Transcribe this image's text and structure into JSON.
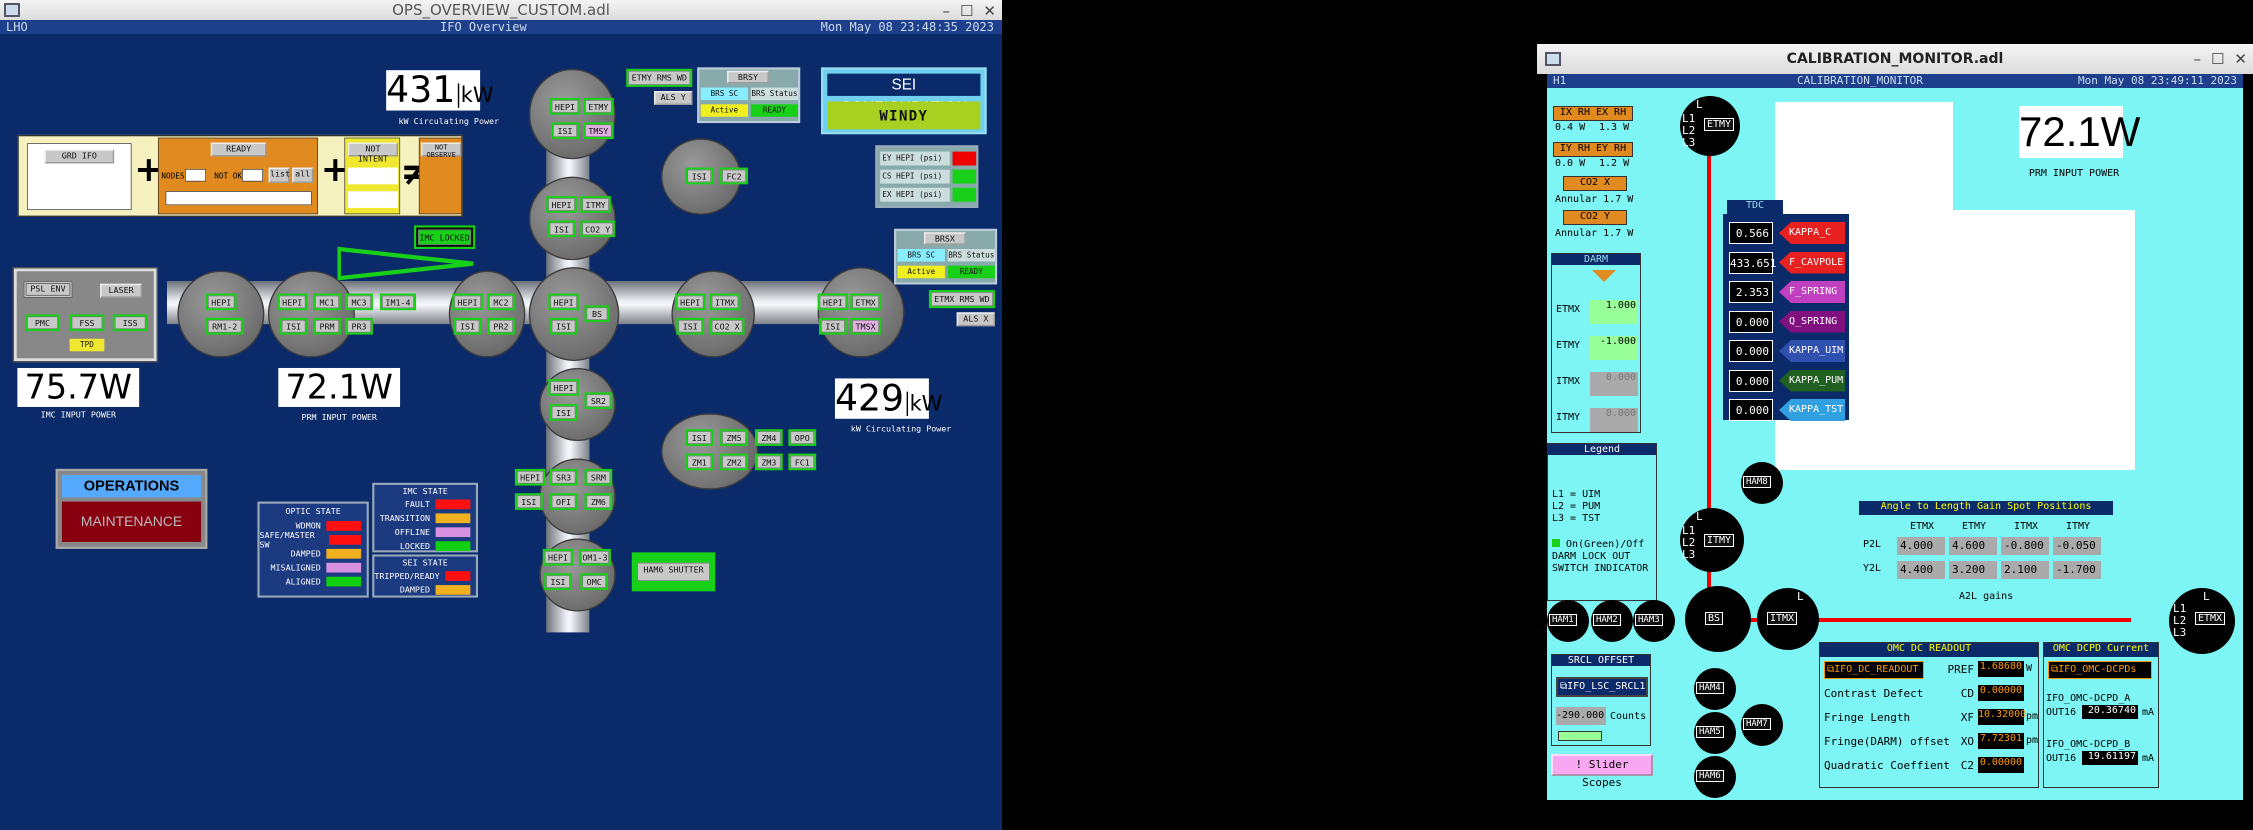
{
  "ifo_window": {
    "title": "OPS_OVERVIEW_CUSTOM.adl",
    "site": "LHO",
    "screen_title": "IFO Overview",
    "timestamp": "Mon May 08 23:48:35 2023",
    "circ_power_top": {
      "value": "431",
      "unit": "kW",
      "caption": "kW Circulating Power"
    },
    "circ_power_right": {
      "value": "429",
      "unit": "kW",
      "caption": "kW Circulating Power"
    },
    "imc_input_power": {
      "value": "75.7W",
      "caption": "IMC INPUT POWER"
    },
    "prm_input_power": {
      "value": "72.1W",
      "caption": "PRM INPUT POWER"
    },
    "guardian": {
      "grd_ifo": "GRD IFO",
      "ready": "READY",
      "nodes": "NODES",
      "not_ok": "NOT OK",
      "list": "list",
      "all": "all",
      "not_intent": "NOT INTENT",
      "not_observe": "NOT OBSERVE",
      "plus": "+",
      "neq": "≠"
    },
    "imc_locked": "IMC LOCKED",
    "psl": {
      "psl_env": "PSL ENV",
      "laser": "LASER",
      "pmc": "PMC",
      "fss": "FSS",
      "iss": "ISS",
      "tpd": "TPD"
    },
    "etmy_rms_wd": "ETMY RMS WD",
    "als_y": "ALS Y",
    "etmx_rms_wd": "ETMX RMS WD",
    "als_x": "ALS X",
    "brsy": {
      "title": "BRSY",
      "sc": "BRS SC",
      "status": "BRS Status",
      "active": "Active",
      "ready": "READY"
    },
    "brsx": {
      "title": "BRSX",
      "sc": "BRS SC",
      "status": "BRS Status",
      "active": "Active",
      "ready": "READY"
    },
    "sei_config": {
      "title": "SEI CONFIGURATION",
      "value": "WINDY"
    },
    "hepi_psi": [
      "EY HEPI (psi)",
      "CS HEPI (psi)",
      "EX HEPI (psi)"
    ],
    "ops_mode": {
      "title": "OPERATIONS MODE",
      "value": "MAINTENANCE"
    },
    "optic_state": {
      "title": "OPTIC STATE",
      "rows": [
        {
          "label": "WDMON",
          "color": "#ff1010"
        },
        {
          "label": "SAFE/MASTER SW",
          "color": "#ff1010"
        },
        {
          "label": "DAMPED",
          "color": "#f0b020"
        },
        {
          "label": "MISALIGNED",
          "color": "#d890e0"
        },
        {
          "label": "ALIGNED",
          "color": "#10d010"
        }
      ]
    },
    "imc_state": {
      "title": "IMC STATE",
      "rows": [
        {
          "label": "FAULT",
          "color": "#ff1010"
        },
        {
          "label": "TRANSITION",
          "color": "#f0b020"
        },
        {
          "label": "OFFLINE",
          "color": "#d890e0"
        },
        {
          "label": "LOCKED",
          "color": "#10d010"
        }
      ]
    },
    "sei_state": {
      "title": "SEI STATE",
      "rows": [
        {
          "label": "TRIPPED/READY",
          "color": "#ff1010"
        },
        {
          "label": "DAMPED",
          "color": "#f0b020"
        }
      ]
    },
    "ham6_shutter": "HAM6 SHUTTER",
    "chambers": {
      "etmy": [
        "HEPI",
        "ETMY",
        "ISI",
        "TMSY"
      ],
      "itmy": [
        "HEPI",
        "ITMY",
        "ISI",
        "CO2 Y"
      ],
      "fc2": [
        "ISI",
        "FC2"
      ],
      "psl_ham1": [
        "HEPI",
        "RM1-2"
      ],
      "ham2": [
        "HEPI",
        "MC1",
        "MC3",
        "IM1-4",
        "ISI",
        "PRM",
        "PR3"
      ],
      "ham3": [
        "HEPI",
        "MC2",
        "ISI",
        "PR2"
      ],
      "bsc": [
        "HEPI",
        "BS",
        "ISI"
      ],
      "itmx": [
        "HEPI",
        "ITMX",
        "ISI",
        "CO2 X"
      ],
      "etmx": [
        "HEPI",
        "ETMX",
        "ISI",
        "TMSX"
      ],
      "ham4": [
        "HEPI",
        "SR2",
        "ISI"
      ],
      "ham7": [
        "ISI",
        "ZM5",
        "ZM4",
        "OPO",
        "ZM1",
        "ZM2",
        "ZM3",
        "FC1"
      ],
      "ham5": [
        "HEPI",
        "SR3",
        "SRM",
        "ISI",
        "OFI",
        "ZM6"
      ],
      "ham6": [
        "HEPI",
        "OM1-3",
        "ISI",
        "OMC"
      ]
    }
  },
  "cal_window": {
    "title": "CALIBRATION_MONITOR.adl",
    "site": "H1",
    "screen_title": "CALIBRATION_MONITOR",
    "timestamp": "Mon May 08 23:49:11 2023",
    "prm_power": {
      "value": "72.1W",
      "caption": "PRM INPUT POWER"
    },
    "rh": [
      {
        "label": "IX RH EX RH",
        "v1": "0.4 W",
        "v2": "1.3 W"
      },
      {
        "label": "IY RH EY RH",
        "v1": "0.0 W",
        "v2": "1.2 W"
      }
    ],
    "co2": [
      {
        "label": "CO2 X",
        "val": "Annular 1.7 W"
      },
      {
        "label": "CO2 Y",
        "val": "Annular 1.7 W"
      }
    ],
    "darm": {
      "title": "DARM",
      "rows": [
        {
          "label": "ETMX",
          "val": "1.000"
        },
        {
          "label": "ETMY",
          "val": "-1.000"
        },
        {
          "label": "ITMX",
          "val": "0.000"
        },
        {
          "label": "ITMY",
          "val": "0.000"
        }
      ]
    },
    "tdc_title": "TDC",
    "kappas": [
      {
        "val": "0.566",
        "label": "KAPPA_C",
        "color": "#e82020"
      },
      {
        "val": "433.651",
        "label": "F_CAVPOLE",
        "color": "#e82020"
      },
      {
        "val": "2.353",
        "label": "F_SPRING",
        "color": "#c040c0"
      },
      {
        "val": "0.000",
        "label": "Q_SPRING",
        "color": "#801080"
      },
      {
        "val": "0.000",
        "label": "KAPPA_UIM",
        "color": "#3050b0"
      },
      {
        "val": "0.000",
        "label": "KAPPA_PUM",
        "color": "#206020"
      },
      {
        "val": "0.000",
        "label": "KAPPA_TST",
        "color": "#30a0e0"
      }
    ],
    "legend": {
      "title": "Legend",
      "lines": [
        "L1 = UIM",
        "L2 = PUM",
        "L3 = TST"
      ],
      "note1": "On(Green)/Off",
      "note2": "DARM LOCK OUT",
      "note3": "SWITCH INDICATOR"
    },
    "rings": {
      "etmy": "ETMY",
      "itmy": "ITMY",
      "bs": "BS",
      "itmx": "ITMX",
      "etmx": "ETMX",
      "l1": "L1",
      "l2": "L2",
      "l3": "L3",
      "l": "L"
    },
    "hams": [
      "HAM1",
      "HAM2",
      "HAM3",
      "HAM4",
      "HAM5",
      "HAM6",
      "HAM7",
      "HAM8"
    ],
    "a2l": {
      "title": "Angle to Length Gain Spot Positions",
      "cols": [
        "ETMX",
        "ETMY",
        "ITMX",
        "ITMY"
      ],
      "rows": [
        {
          "label": "P2L",
          "vals": [
            "4.000",
            "4.600",
            "-0.800",
            "-0.050"
          ]
        },
        {
          "label": "Y2L",
          "vals": [
            "4.400",
            "3.200",
            "2.100",
            "-1.700"
          ]
        }
      ],
      "caption": "A2L gains"
    },
    "srcl": {
      "title": "SRCL OFFSET",
      "button": "IFO_LSC_SRCL1",
      "value": "-290.000",
      "unit": "Counts"
    },
    "slider_scopes": "! Slider Scopes",
    "omc_dc": {
      "title": "OMC DC READOUT",
      "button": "IFO_DC_READOUT",
      "rows": [
        {
          "label": "",
          "sym": "PREF",
          "val": "1.68680",
          "unit": "W"
        },
        {
          "label": "Contrast Defect",
          "sym": "CD",
          "val": "0.00000",
          "unit": ""
        },
        {
          "label": "Fringe Length",
          "sym": "XF",
          "val": "10.32000",
          "unit": "pm"
        },
        {
          "label": "Fringe(DARM) offset",
          "sym": "XO",
          "val": "7.72301",
          "unit": "pm"
        },
        {
          "label": "Quadratic Coeffient",
          "sym": "C2",
          "val": "0.00000",
          "unit": ""
        }
      ]
    },
    "omc_dcpd": {
      "title": "OMC DCPD Current",
      "button": "IFO_OMC-DCPDs",
      "a_label": "IFO_OMC-DCPD_A",
      "a_sym": "OUT16",
      "a_val": "20.36740",
      "a_unit": "mA",
      "b_label": "IFO_OMC-DCPD_B",
      "b_sym": "OUT16",
      "b_val": "19.61197",
      "b_unit": "mA"
    }
  }
}
